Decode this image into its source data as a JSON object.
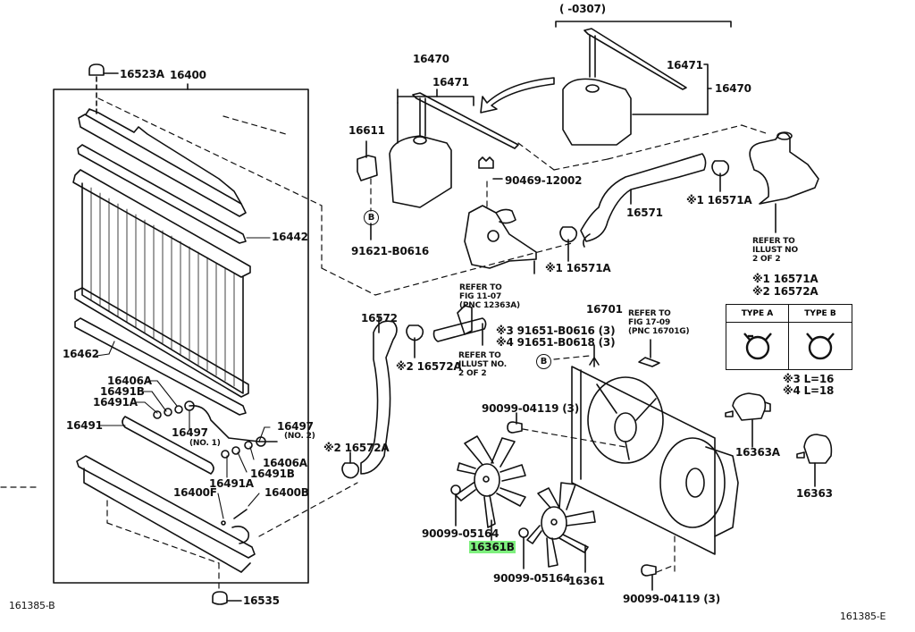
{
  "diagram": {
    "title_bracket_label": "(       -0307)",
    "footer_left_code": "161385-B",
    "footer_right_code": "161385-E",
    "highlight_color": "#7ef07e",
    "highlighted_part": "16361B",
    "radiator": {
      "assembly": "16400",
      "cap": "16523A",
      "upper_gasket": "16442",
      "lower_gasket": "16462",
      "drain_cock_plug": "16535",
      "cooler_pipe": "16491",
      "o_ring_a_upper": "16491A",
      "o_ring_b_upper": "16491B",
      "gasket_upper": "16406A",
      "pipe_no1": "16497",
      "pipe_no1_sub": "(NO. 1)",
      "pipe_no2": "16497",
      "pipe_no2_sub": "(NO. 2)",
      "gasket_lower": "16406A",
      "o_ring_b_lower": "16491B",
      "o_ring_a_lower": "16491A",
      "drain_cock_f": "16400F",
      "drain_cock_b": "16400B"
    },
    "reserve_tank": {
      "assembly_left": "16470",
      "hose_left": "16471",
      "bracket": "16611",
      "bolt": "91621-B0616",
      "circle_marker": "B",
      "clip": "90469-12002",
      "refer_fig_lines": "REFER TO\nFIG 11-07\n(PNC 12363A)",
      "assembly_right": "16470",
      "hose_right": "16471"
    },
    "hoses": {
      "upper_hose": "16571",
      "upper_clamp_mid": "※1 16571A",
      "upper_clamp_right": "※1 16571A",
      "refer_illust_upper": "REFER TO\nILLUST NO\n2 OF 2",
      "lower_hose": "16572",
      "lower_clamp_top": "※2 16572A",
      "lower_clamp_bottom": "※2 16572A",
      "refer_illust_lower": "REFER TO\nILLUST NO.\n2 OF 2",
      "bolt_3": "※3 91651-B0616 (3)",
      "bolt_4": "※4 91651-B0618 (3)",
      "circle_marker": "B"
    },
    "clamp_table": {
      "header_line1": "※1 16571A",
      "header_line2": "※2 16572A",
      "col_a": "TYPE A",
      "col_b": "TYPE B",
      "note_3": "※3 L=16",
      "note_4": "※4 L=18"
    },
    "fan": {
      "shroud": "16701",
      "refer_fig_lines": "REFER TO\nFIG 17-09\n(PNC 16701G)",
      "screw_top": "90099-04119 (3)",
      "screw_bottom": "90099-04119 (3)",
      "fan_left": "16361B",
      "fan_right": "16361",
      "nut_left": "90099-05164",
      "nut_right": "90099-05164",
      "motor_a": "16363A",
      "motor": "16363"
    }
  }
}
